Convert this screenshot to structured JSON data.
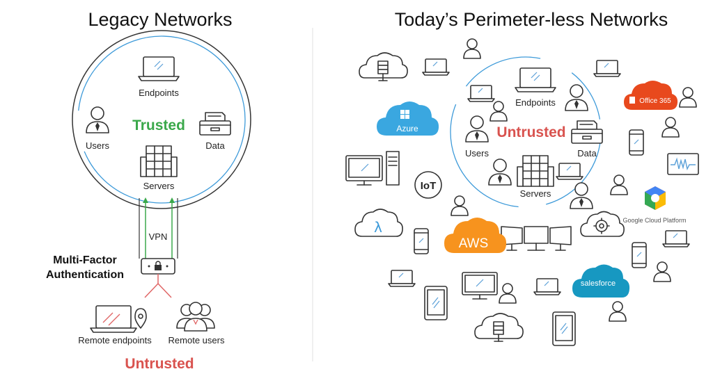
{
  "left": {
    "title": "Legacy Networks",
    "trusted": "Trusted",
    "endpoints": "Endpoints",
    "users": "Users",
    "data": "Data",
    "servers": "Servers",
    "vpn": "VPN",
    "mfa_line1": "Multi-Factor",
    "mfa_line2": "Authentication",
    "remote_endpoints": "Remote endpoints",
    "remote_users": "Remote users",
    "untrusted": "Untrusted"
  },
  "right": {
    "title": "Today’s Perimeter-less Networks",
    "untrusted": "Untrusted",
    "endpoints": "Endpoints",
    "users": "Users",
    "data": "Data",
    "servers": "Servers",
    "azure": "Azure",
    "office": "Office 365",
    "iot": "IoT",
    "lambda": "λ",
    "aws": "AWS",
    "gcp": "Google Cloud Platform",
    "salesforce": "salesforce"
  },
  "colors": {
    "trusted": "#3aa84a",
    "untrusted": "#d9534f",
    "ring": "#3d9ad9",
    "aws": "#f7931e",
    "azure": "#3aa7e0",
    "office": "#e8491d",
    "salesforce": "#1798c1"
  }
}
